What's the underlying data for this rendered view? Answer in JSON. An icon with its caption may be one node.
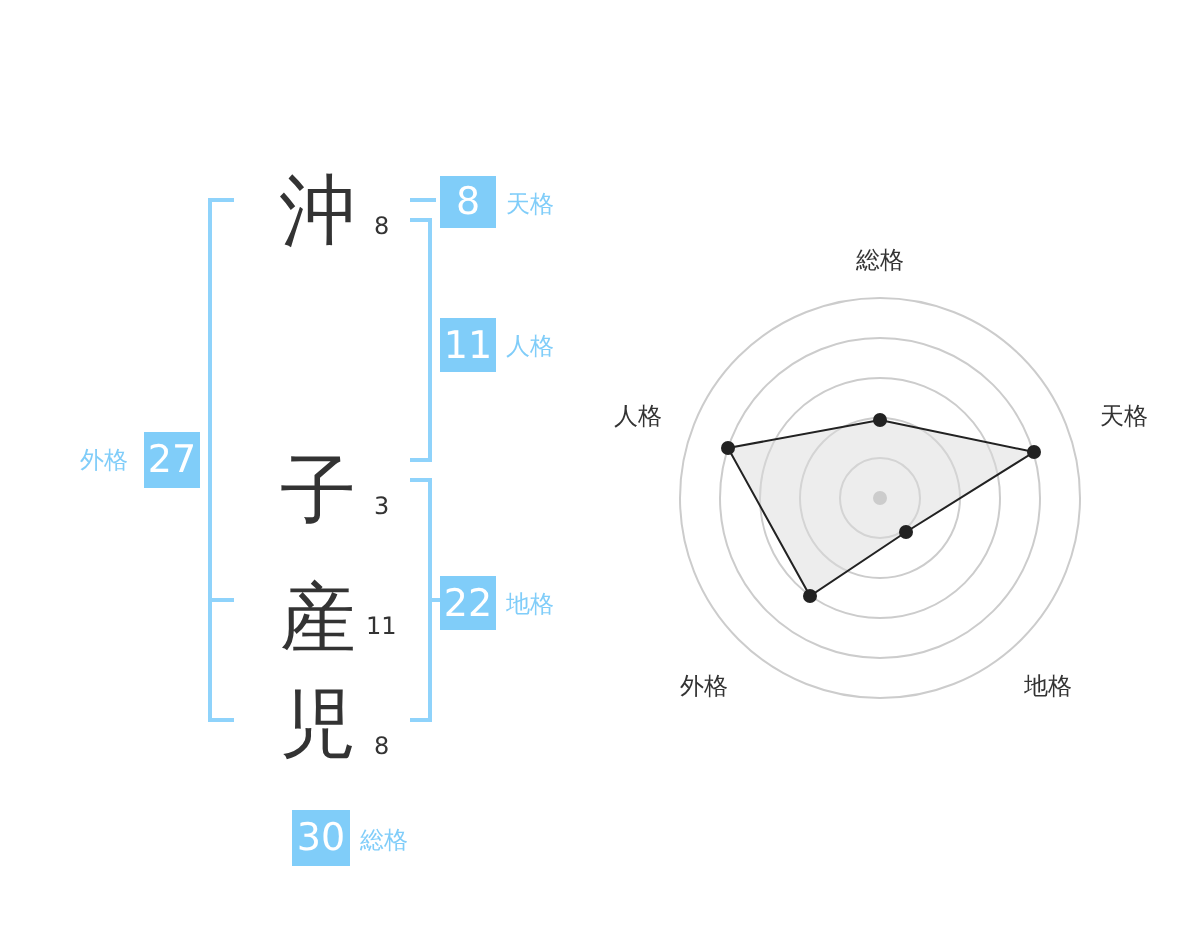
{
  "diagram": {
    "nodes": [
      {
        "text": [
          "8"
        ],
        "beside": [
          "天格"
        ]
      },
      {
        "text": [
          "11"
        ],
        "beside": [
          "人格"
        ]
      },
      {
        "text": [
          "27"
        ],
        "beside": [
          "外格"
        ]
      },
      {
        "text": [
          "22"
        ],
        "beside": [
          "地格"
        ]
      },
      {
        "text": [
          "30"
        ],
        "beside": [
          "総格"
        ]
      }
    ],
    "labels": [
      "沖",
      "8",
      "子",
      "3",
      "産",
      "11",
      "児",
      "8",
      "総格",
      "人格",
      "天格",
      "外格",
      "地格"
    ]
  }
}
